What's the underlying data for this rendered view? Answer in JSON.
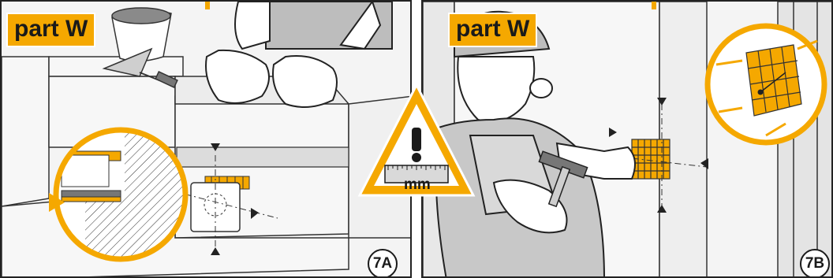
{
  "panels": [
    {
      "part_label": "part W",
      "step_label": "7A"
    },
    {
      "part_label": "part W",
      "step_label": "7B"
    }
  ],
  "warning": {
    "unit": "mm",
    "icon": "warning-triangle-icon"
  },
  "colors": {
    "accent": "#f5a800",
    "outline": "#1a1a1a",
    "background": "#ffffff"
  }
}
